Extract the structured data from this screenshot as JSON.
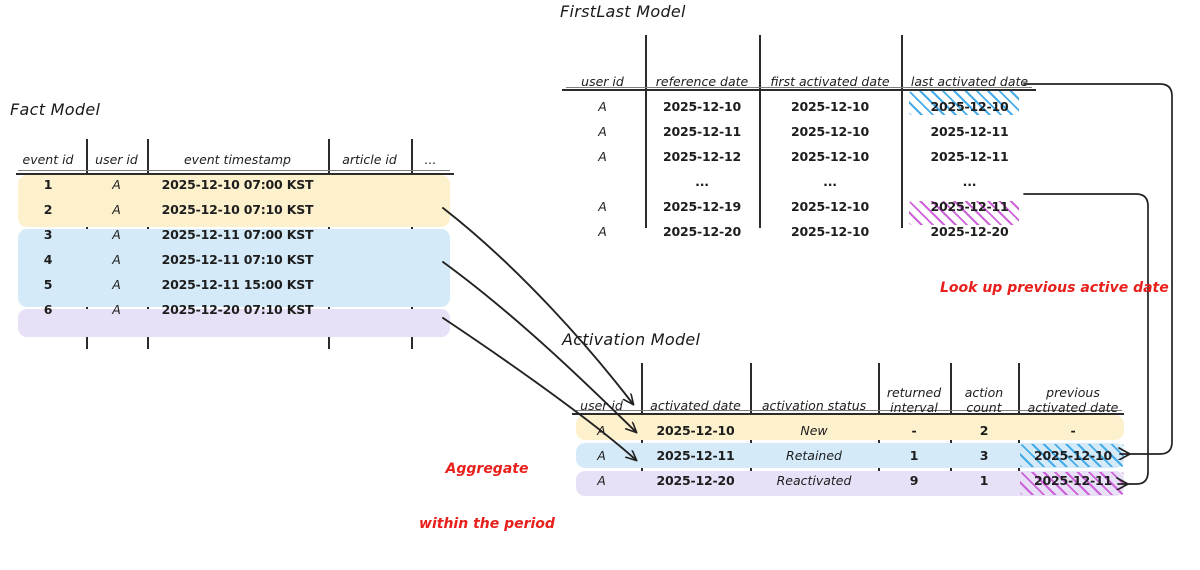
{
  "diagram": {
    "title_fact": "Fact Model",
    "title_firstlast": "FirstLast Model",
    "title_activation": "Activation Model",
    "colors": {
      "yellow": "#fdf1cd",
      "blue": "#d5eaf8",
      "purple": "#e7e0f6",
      "hatch_blue": "#3ba8e8",
      "hatch_purple": "#cc5ad8",
      "annotation_red": "#e8201c",
      "ink": "#2b2b2b"
    }
  },
  "fact_model": {
    "title": "Fact Model",
    "columns": [
      "event id",
      "user id",
      "event timestamp",
      "article id",
      "..."
    ],
    "rows": [
      {
        "event_id": "1",
        "user_id": "A",
        "timestamp": "2025-12-10 07:00 KST",
        "article_id": "",
        "more": "",
        "group": "yellow"
      },
      {
        "event_id": "2",
        "user_id": "A",
        "timestamp": "2025-12-10 07:10 KST",
        "article_id": "",
        "more": "",
        "group": "yellow"
      },
      {
        "event_id": "3",
        "user_id": "A",
        "timestamp": "2025-12-11 07:00 KST",
        "article_id": "",
        "more": "",
        "group": "blue"
      },
      {
        "event_id": "4",
        "user_id": "A",
        "timestamp": "2025-12-11 07:10 KST",
        "article_id": "",
        "more": "",
        "group": "blue"
      },
      {
        "event_id": "5",
        "user_id": "A",
        "timestamp": "2025-12-11 15:00 KST",
        "article_id": "",
        "more": "",
        "group": "blue"
      },
      {
        "event_id": "6",
        "user_id": "A",
        "timestamp": "2025-12-20 07:10 KST",
        "article_id": "",
        "more": "",
        "group": "purple"
      }
    ]
  },
  "firstlast_model": {
    "title": "FirstLast Model",
    "columns": [
      "user id",
      "reference date",
      "first activated date",
      "last activated date"
    ],
    "rows": [
      {
        "user_id": "A",
        "reference_date": "2025-12-10",
        "first_activated_date": "2025-12-10",
        "last_activated_date": "2025-12-10",
        "highlight": "blue-hatch"
      },
      {
        "user_id": "A",
        "reference_date": "2025-12-11",
        "first_activated_date": "2025-12-10",
        "last_activated_date": "2025-12-11",
        "highlight": "none"
      },
      {
        "user_id": "A",
        "reference_date": "2025-12-12",
        "first_activated_date": "2025-12-10",
        "last_activated_date": "2025-12-11",
        "highlight": "none"
      },
      {
        "user_id": "",
        "reference_date": "...",
        "first_activated_date": "...",
        "last_activated_date": "...",
        "highlight": "none"
      },
      {
        "user_id": "A",
        "reference_date": "2025-12-19",
        "first_activated_date": "2025-12-10",
        "last_activated_date": "2025-12-11",
        "highlight": "purple-hatch"
      },
      {
        "user_id": "A",
        "reference_date": "2025-12-20",
        "first_activated_date": "2025-12-10",
        "last_activated_date": "2025-12-20",
        "highlight": "none"
      }
    ]
  },
  "activation_model": {
    "title": "Activation Model",
    "columns": [
      "user id",
      "activated date",
      "activation status",
      "returned\ninterval",
      "action\ncount",
      "previous\nactivated date"
    ],
    "columns_flat": [
      "user id",
      "activated date",
      "activation status",
      "returned interval",
      "action count",
      "previous activated date"
    ],
    "rows": [
      {
        "user_id": "A",
        "activated_date": "2025-12-10",
        "activation_status": "New",
        "returned_interval": "-",
        "action_count": "2",
        "previous_activated_date": "-",
        "group": "yellow",
        "prev_highlight": "none"
      },
      {
        "user_id": "A",
        "activated_date": "2025-12-11",
        "activation_status": "Retained",
        "returned_interval": "1",
        "action_count": "3",
        "previous_activated_date": "2025-12-10",
        "group": "blue",
        "prev_highlight": "blue-hatch"
      },
      {
        "user_id": "A",
        "activated_date": "2025-12-20",
        "activation_status": "Reactivated",
        "returned_interval": "9",
        "action_count": "1",
        "previous_activated_date": "2025-12-11",
        "group": "purple",
        "prev_highlight": "purple-hatch"
      }
    ]
  },
  "annotations": {
    "aggregate_line1": "Aggregate",
    "aggregate_line2": "within the period",
    "lookup": "Look up previous active date"
  }
}
